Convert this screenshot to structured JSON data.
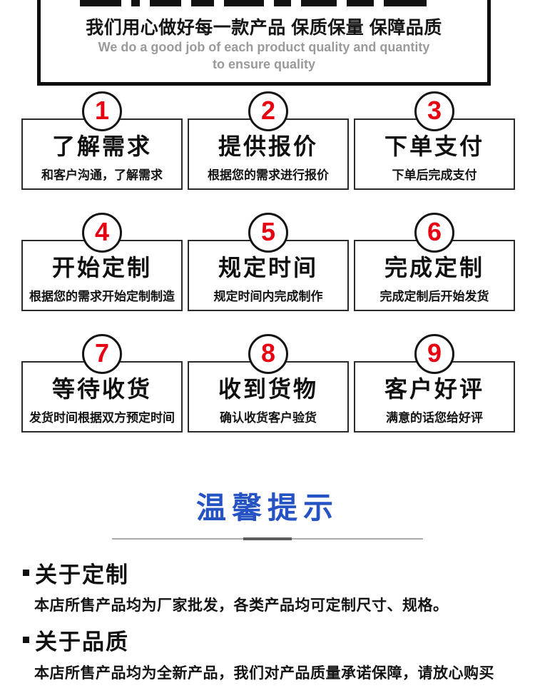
{
  "banner": {
    "headline_cn": "我们用心做好每一款产品 保质保量 保障品质",
    "headline_en": "We do a good job of each product quality and quantity to ensure quality"
  },
  "steps": [
    {
      "num": "1",
      "title": "了解需求",
      "desc": "和客户沟通，了解需求"
    },
    {
      "num": "2",
      "title": "提供报价",
      "desc": "根据您的需求进行报价"
    },
    {
      "num": "3",
      "title": "下单支付",
      "desc": "下单后完成支付"
    },
    {
      "num": "4",
      "title": "开始定制",
      "desc": "根据您的需求开始定制制造"
    },
    {
      "num": "5",
      "title": "规定时间",
      "desc": "规定时间内完成制作"
    },
    {
      "num": "6",
      "title": "完成定制",
      "desc": "完成定制后开始发货"
    },
    {
      "num": "7",
      "title": "等待收货",
      "desc": "发货时间根据双方预定时间"
    },
    {
      "num": "8",
      "title": "收到货物",
      "desc": "确认收货客户验货"
    },
    {
      "num": "9",
      "title": "客户好评",
      "desc": "满意的话您给好评"
    }
  ],
  "tips": {
    "title": "温馨提示",
    "sections": [
      {
        "heading": "关于定制",
        "body": "本店所售产品均为厂家批发，各类产品均可定制尺寸、规格。"
      },
      {
        "heading": "关于品质",
        "body": "本店所售产品均为全新产品，我们对产品质量承诺保障，请放心购买"
      }
    ]
  },
  "colors": {
    "accent_red": "#e60012",
    "accent_blue": "#2653c3",
    "muted_gray": "#9a9a9a"
  }
}
